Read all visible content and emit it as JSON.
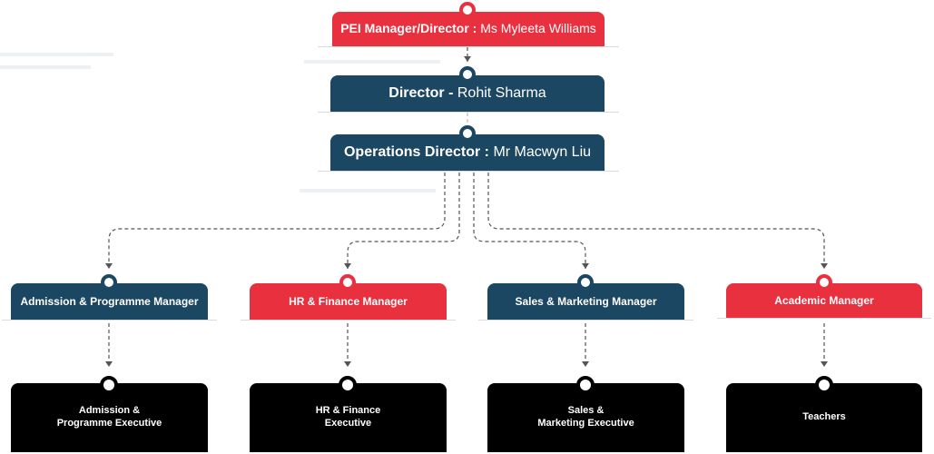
{
  "top": {
    "role": "PEI Manager/Director :",
    "name": "Ms Myleeta Williams"
  },
  "director": {
    "role": "Director -",
    "name": "Rohit Sharma"
  },
  "operations": {
    "role": "Operations Director :",
    "name": "Mr Macwyn Liu"
  },
  "managers": [
    {
      "label": "Admission & Programme Manager",
      "color": "#1c4762"
    },
    {
      "label": "HR & Finance Manager",
      "color": "#e8303f"
    },
    {
      "label": "Sales & Marketing Manager",
      "color": "#1c4762"
    },
    {
      "label": "Academic Manager",
      "color": "#e8303f"
    }
  ],
  "executives": [
    {
      "label": "Admission &\nProgramme Executive"
    },
    {
      "label": "HR & Finance\nExecutive"
    },
    {
      "label": "Sales &\nMarketing Executive"
    },
    {
      "label": "Teachers"
    }
  ],
  "colors": {
    "dark": "#1c4762",
    "red": "#e8303f",
    "black": "#000000",
    "connector_line": "#555555"
  }
}
